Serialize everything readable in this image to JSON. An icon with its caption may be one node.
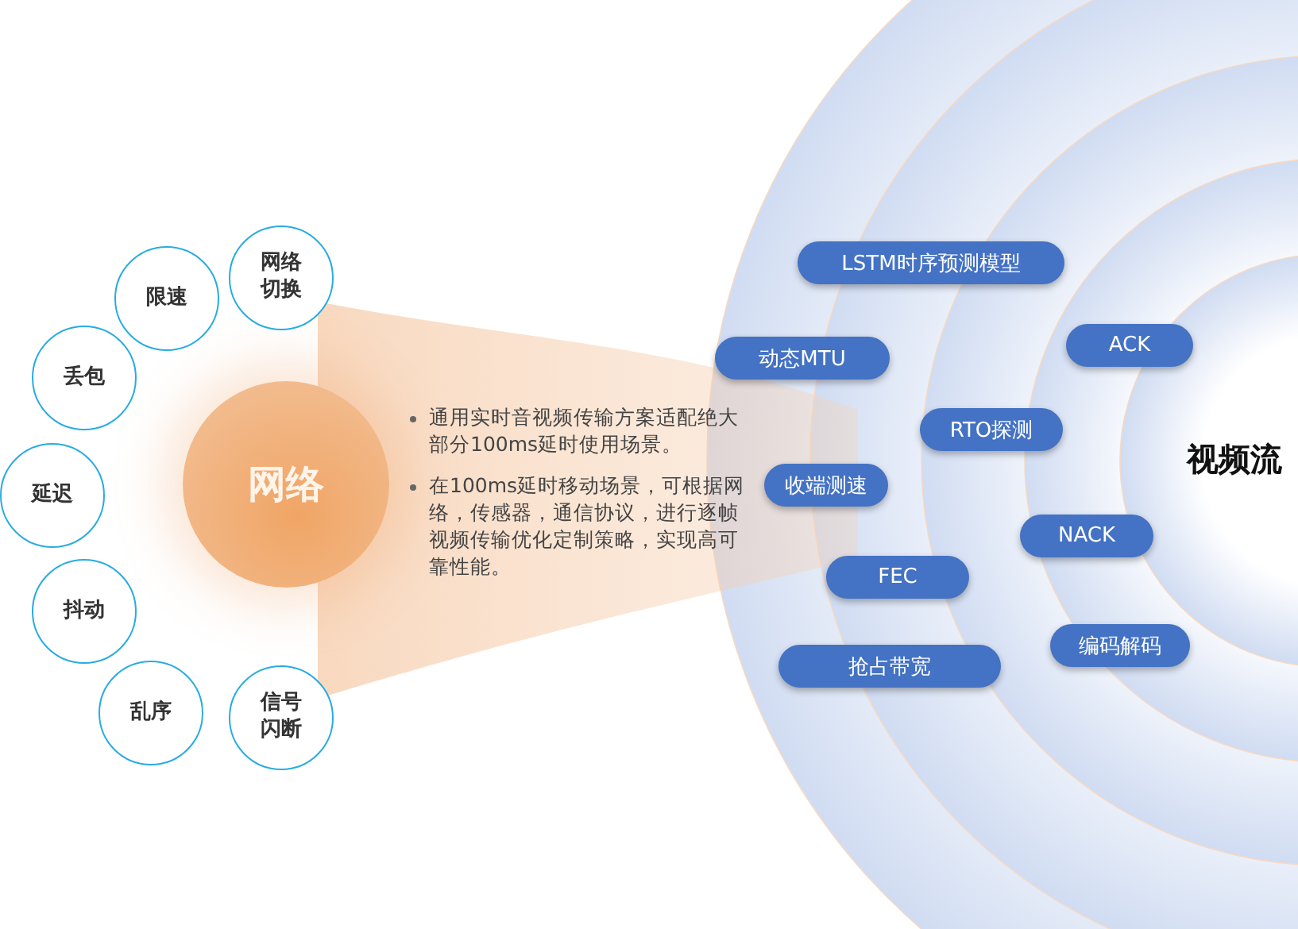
{
  "diagram": {
    "nodes": [
      {
        "text": [
          "网络"
        ]
      },
      {
        "text": [
          "网络切换"
        ]
      },
      {
        "text": [
          "限速"
        ]
      },
      {
        "text": [
          "丢包"
        ]
      },
      {
        "text": [
          "延迟"
        ]
      },
      {
        "text": [
          "抖动"
        ]
      },
      {
        "text": [
          "乱序"
        ]
      },
      {
        "text": [
          "信号闪断"
        ]
      },
      {
        "text": [
          "LSTM时序预测模型"
        ]
      },
      {
        "text": [
          "动态MTU"
        ]
      },
      {
        "text": [
          "ACK"
        ]
      },
      {
        "text": [
          "RTO探测"
        ]
      },
      {
        "text": [
          "收端测速"
        ]
      },
      {
        "text": [
          "NACK"
        ]
      },
      {
        "text": [
          "FEC"
        ]
      },
      {
        "text": [
          "编码解码"
        ]
      },
      {
        "text": [
          "抢占带宽"
        ]
      },
      {
        "text": [
          "视频流"
        ]
      }
    ],
    "labels": [
      "通用实时音视频传输方案适配绝大部分100ms延时使用场景。",
      "在100ms延时移动场景，可根据网络，传感器，通信协议，进行逐帧视频传输优化定制策略，实现高可靠性能。"
    ]
  }
}
